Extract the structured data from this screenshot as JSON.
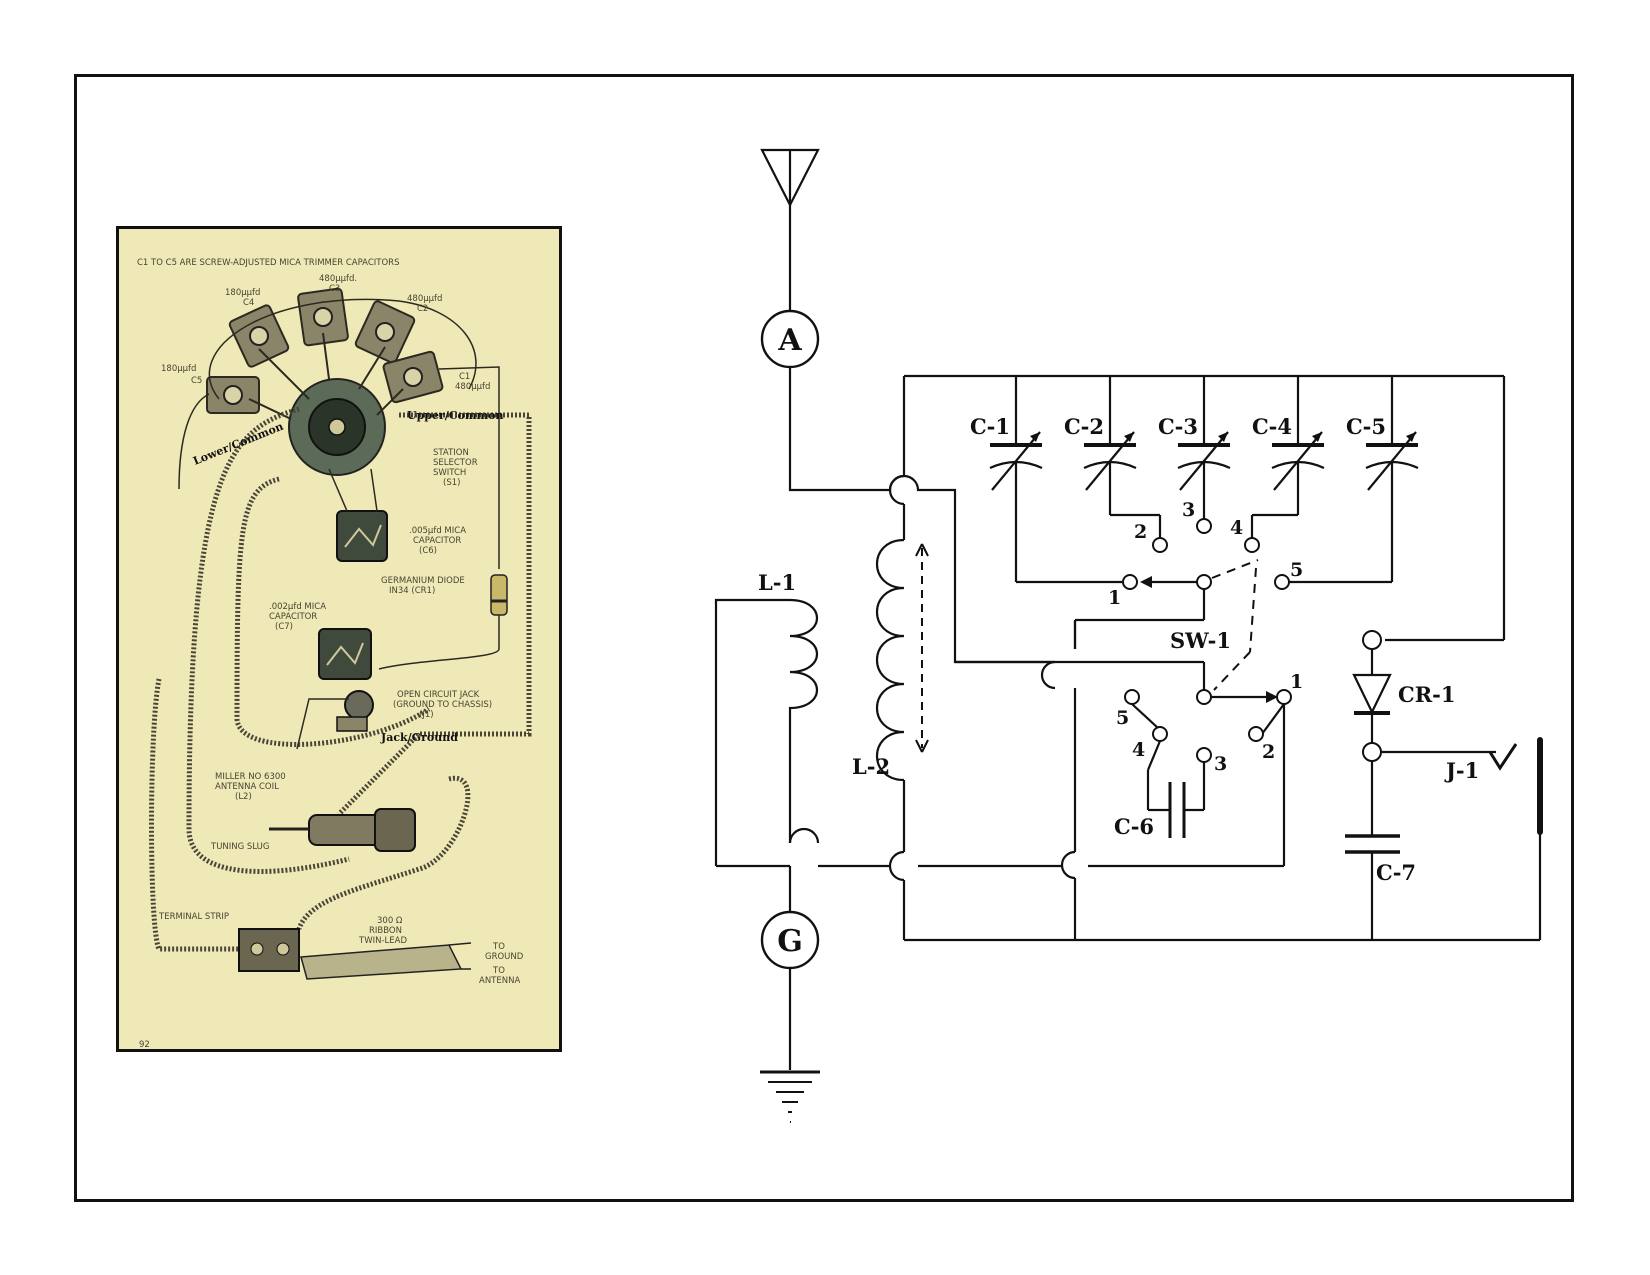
{
  "pictorial": {
    "header": "C1 TO C5 ARE SCREW-ADJUSTED MICA TRIMMER CAPACITORS",
    "c3_value": "480μμfd.",
    "c3_name": "C3",
    "c4_value": "180μμfd",
    "c4_name": "C4",
    "c2_value": "480μμfd",
    "c2_name": "C2",
    "c5_value": "180μμfd",
    "c5_name": "C5",
    "c1_name": "C1",
    "c1_value": "480μμfd",
    "upper_common": "Upper/Common",
    "lower_common": "Lower/Common",
    "switch_line1": "STATION",
    "switch_line2": "SELECTOR",
    "switch_line3": "SWITCH",
    "switch_line4": "(S1)",
    "c6_line1": ".005μfd MICA",
    "c6_line2": "CAPACITOR",
    "c6_line3": "(C6)",
    "diode_line1": "GERMANIUM DIODE",
    "diode_line2": "IN34 (CR1)",
    "c7_line1": ".002μfd MICA",
    "c7_line2": "CAPACITOR",
    "c7_line3": "(C7)",
    "jack_line1": "OPEN CIRCUIT JACK",
    "jack_line2": "(GROUND TO CHASSIS)",
    "jack_line3": "(J1)",
    "jack_ground": "Jack/Ground",
    "coil_line1": "MILLER NO 6300",
    "coil_line2": "ANTENNA COIL",
    "coil_line3": "(L2)",
    "tuning_slug": "TUNING SLUG",
    "terminal_strip": "TERMINAL STRIP",
    "ribbon_line1": "300 Ω",
    "ribbon_line2": "RIBBON",
    "ribbon_line3": "TWIN-LEAD",
    "to_ground_1": "TO",
    "to_ground_2": "GROUND",
    "to_antenna_1": "TO",
    "to_antenna_2": "ANTENNA",
    "page_number": "92"
  },
  "schematic": {
    "meter_a": "A",
    "meter_g": "G",
    "l1": "L-1",
    "l2": "L-2",
    "c1": "C-1",
    "c2": "C-2",
    "c3": "C-3",
    "c4": "C-4",
    "c5": "C-5",
    "c6": "C-6",
    "c7": "C-7",
    "cr1": "CR-1",
    "j1": "J-1",
    "sw1": "SW-1",
    "upper_pos_1": "1",
    "upper_pos_2": "2",
    "upper_pos_3": "3",
    "upper_pos_4": "4",
    "upper_pos_5": "5",
    "lower_pos_1": "1",
    "lower_pos_2": "2",
    "lower_pos_3": "3",
    "lower_pos_4": "4",
    "lower_pos_5": "5"
  }
}
